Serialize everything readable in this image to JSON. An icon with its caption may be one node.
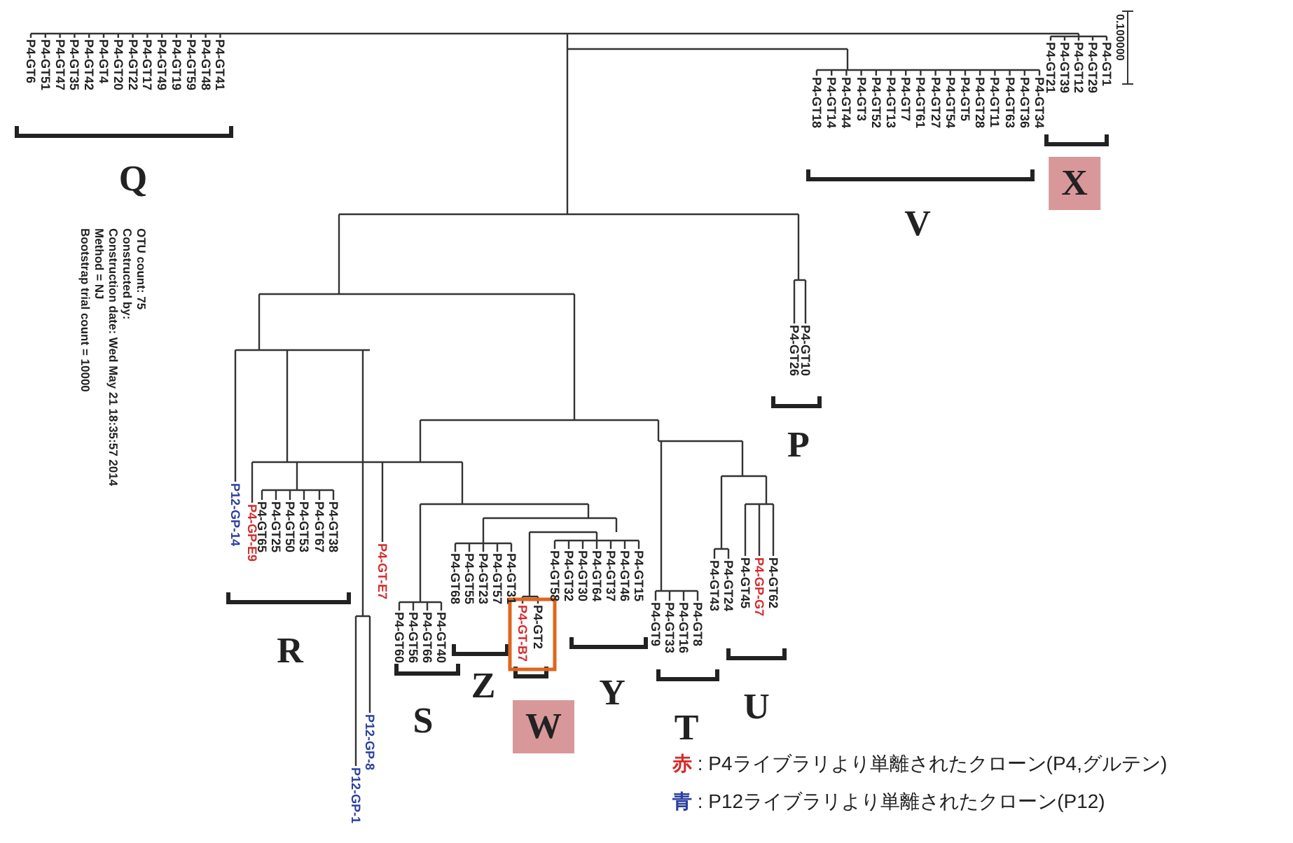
{
  "diagram": {
    "labels": [
      "P4-GT6",
      "P4-GT51",
      "P4-GT47",
      "P4-GT35",
      "P4-GT42",
      "P4-GT4",
      "P4-GT20",
      "P4-GT22",
      "P4-GT17",
      "P4-GT49",
      "P4-GT19",
      "P4-GT59",
      "P4-GT48",
      "P4-GT41",
      "Q",
      "Bootstrap trial count = 10000",
      "Method = NJ",
      "Construction date: Wed May 21 18:35:57 2014",
      "Constructed by:",
      "OTU count: 75",
      "P4-GT18",
      "P4-GT14",
      "P4-GT44",
      "P4-GT3",
      "P4-GT52",
      "P4-GT13",
      "P4-GT7",
      "P4-GT61",
      "P4-GT27",
      "P4-GT54",
      "P4-GT5",
      "P4-GT28",
      "P4-GT11",
      "P4-GT63",
      "P4-GT36",
      "P4-GT34",
      "V",
      "P4-GT21",
      "P4-GT39",
      "P4-GT12",
      "P4-GT29",
      "P4-GT1",
      "X",
      "0.100000",
      "P4-GT26",
      "P4-GT10",
      "P",
      "P12-GP-14",
      "P4-GP-E9",
      "P4-GT65",
      "P4-GT25",
      "P4-GT50",
      "P4-GT53",
      "P4-GT67",
      "P4-GT38",
      "R",
      "P12-GP-1",
      "P12-GP-8",
      "P4-GT-E7",
      "P4-GT60",
      "P4-GT56",
      "P4-GT66",
      "P4-GT40",
      "S",
      "P4-GT68",
      "P4-GT55",
      "P4-GT23",
      "P4-GT57",
      "P4-GT31",
      "Z",
      "P4-GT-B7",
      "P4-GT2",
      "W",
      "P4-GT58",
      "P4-GT32",
      "P4-GT30",
      "P4-GT64",
      "P4-GT37",
      "P4-GT46",
      "P4-GT15",
      "Y",
      "P4-GT9",
      "P4-GT33",
      "P4-GT16",
      "P4-GT8",
      "T",
      "P4-GT43",
      "P4-GT24",
      "P4-GT45",
      "P4-GP-G7",
      "P4-GT62",
      "U"
    ],
    "legend": [
      {
        "text": "赤 : P4ライブラリより単離されたクローン(P4,グルテン)",
        "color": "#d42a2a"
      },
      {
        "text": "青 : P12ライブラリより単離されたクローン(P12)",
        "color": "#2a3f9e"
      }
    ]
  }
}
